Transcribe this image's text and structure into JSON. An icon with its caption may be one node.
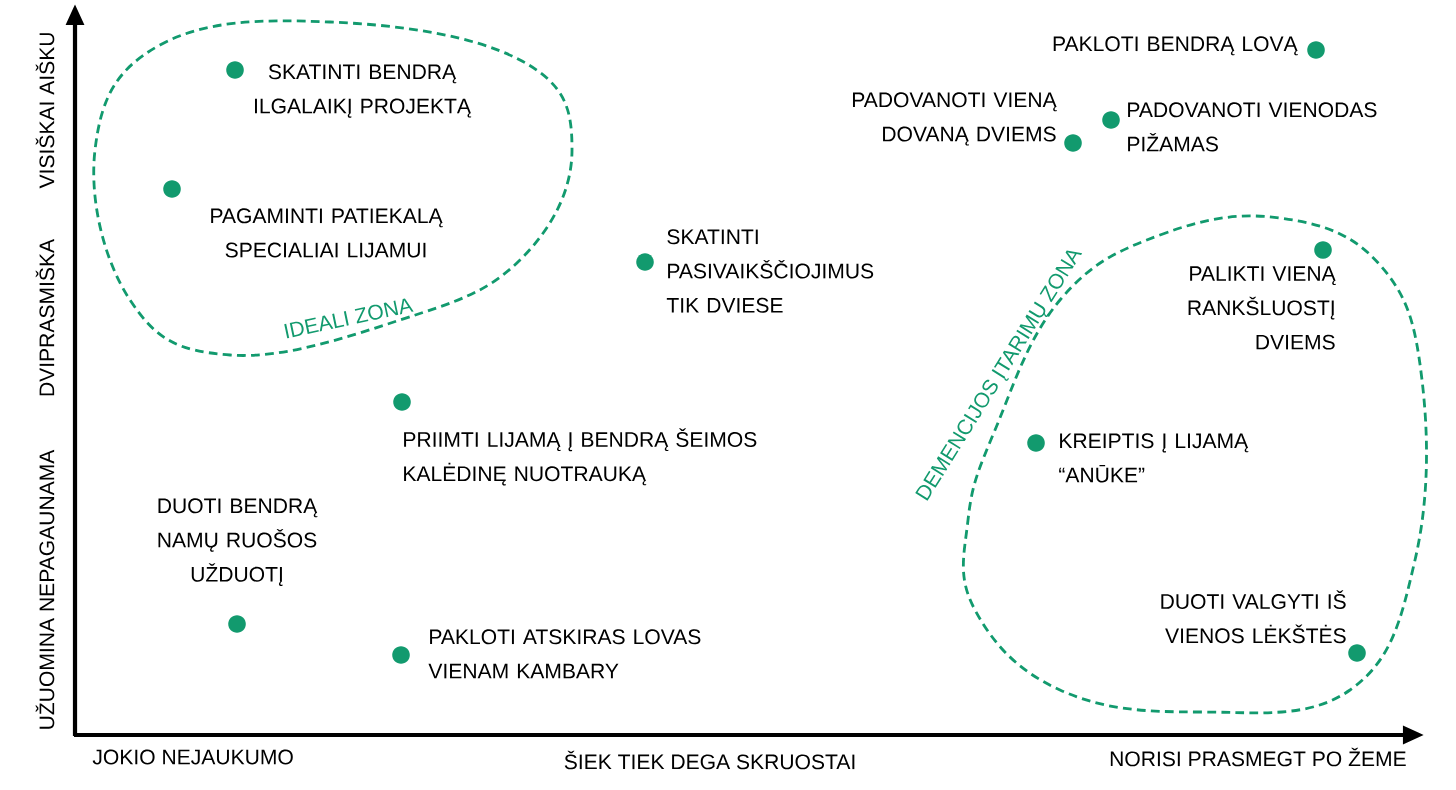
{
  "diagram": {
    "nodes": [
      {
        "text": [
          "IDEALI ZONA"
        ]
      },
      {
        "text": [],
        "shape": "circle",
        "beside": [
          "SKATINTI BENDRĄ ILGALAIKĮ PROJEKTĄ"
        ],
        "in": 0
      },
      {
        "text": [],
        "shape": "circle",
        "beside": [
          "PAGAMINTI PATIEKALĄ SPECIALIAI LIJAMUI"
        ],
        "in": 0
      },
      {
        "text": [],
        "shape": "circle",
        "beside": [
          "PAKLOTI BENDRĄ LOVĄ"
        ]
      },
      {
        "text": [],
        "shape": "circle",
        "beside": [
          "PADOVANOTI VIENĄ DOVANĄ DVIEMS"
        ]
      },
      {
        "text": [],
        "shape": "circle",
        "beside": [
          "PADOVANOTI VIENODAS PIŽAMAS"
        ]
      },
      {
        "text": [],
        "shape": "circle",
        "beside": [
          "SKATINTI PASIVAIKŠČIOJIMUS TIK DVIESE"
        ]
      },
      {
        "text": [
          "DEMENCIJOS ĮTARIMŲ ZONA"
        ]
      },
      {
        "text": [],
        "shape": "circle",
        "beside": [
          "PALIKTI VIENĄ RANKŠLUOSTĮ DVIEMS"
        ],
        "in": 7
      },
      {
        "text": [],
        "shape": "circle",
        "beside": [
          "PRIIMTI LIJAMĄ Į BENDRĄ ŠEIMOS KALĖDINĘ NUOTRAUKĄ"
        ]
      },
      {
        "text": [],
        "shape": "circle",
        "beside": [
          "KREIPTIS Į LIJAMĄ “ANŪKE”"
        ],
        "in": 7
      },
      {
        "text": [],
        "shape": "circle",
        "beside": [
          "DUOTI BENDRĄ NAMŲ RUOŠOS UŽDUOTĮ"
        ]
      },
      {
        "text": [],
        "shape": "circle",
        "beside": [
          "PAKLOTI ATSKIRAS LOVAS VIENAM KAMBARY"
        ]
      },
      {
        "text": [],
        "shape": "circle",
        "beside": [
          "DUOTI VALGYTI IŠ VIENOS LĖKŠTĖS"
        ],
        "in": 7
      }
    ],
    "labels": [
      "VISIŠKAI AIŠKU",
      "DVIPRASMIŠKA",
      "UŽUOMINA NEPAGAUNAMA",
      "JOKIO NEJAUKUMO",
      "ŠIEK TIEK DEGA SKRUOSTAI",
      "NORISI PRASMEGT PO ŽEME"
    ]
  }
}
